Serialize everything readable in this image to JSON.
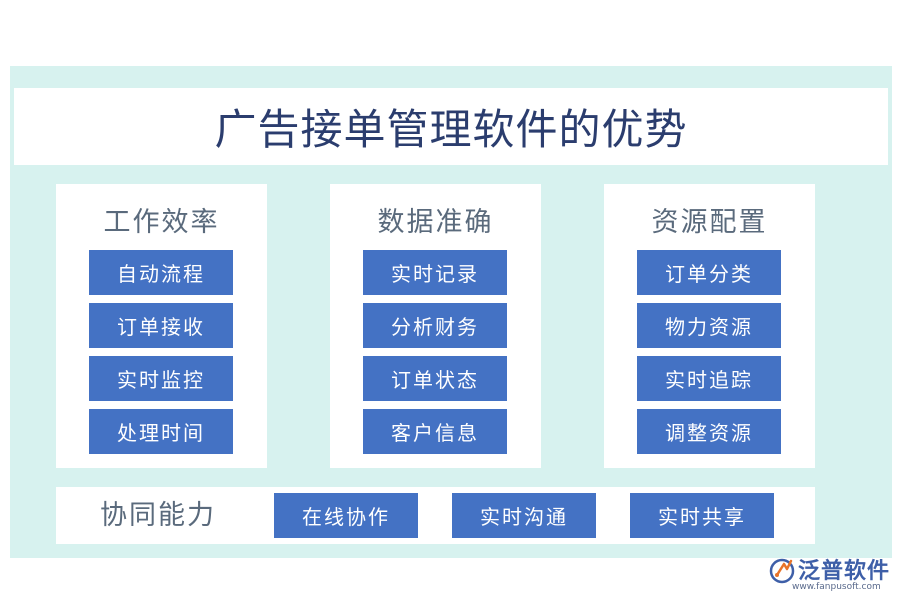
{
  "title": "广告接单管理软件的优势",
  "columns": [
    {
      "heading": "工作效率",
      "items": [
        "自动流程",
        "订单接收",
        "实时监控",
        "处理时间"
      ]
    },
    {
      "heading": "数据准确",
      "items": [
        "实时记录",
        "分析财务",
        "订单状态",
        "客户信息"
      ]
    },
    {
      "heading": "资源配置",
      "items": [
        "订单分类",
        "物力资源",
        "实时追踪",
        "调整资源"
      ]
    }
  ],
  "collaboration": {
    "heading": "协同能力",
    "items": [
      "在线协作",
      "实时沟通",
      "实时共享"
    ]
  },
  "logo": {
    "name": "泛普软件",
    "url": "www.fanpusoft.com",
    "icon": "fanpu-logo-icon"
  },
  "colors": {
    "background_panel": "#d7f2ef",
    "item_fill": "#4472c4",
    "title_text": "#2b3d6e",
    "heading_text": "#5a6a7c"
  }
}
